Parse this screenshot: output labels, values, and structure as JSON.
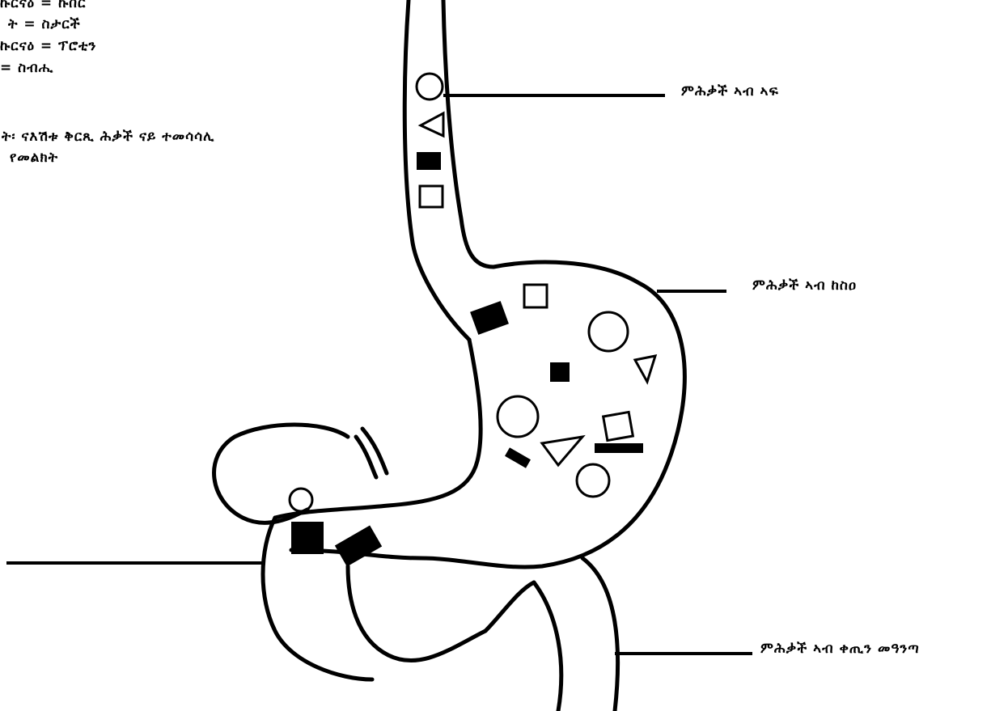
{
  "legend": [
    "ኩርናዕ = ኩበር",
    "ት = ስታርች",
    "ኩርናዕ = ፕሮቲን",
    "= ስብሒ",
    "ት፡ ናእሽቱ ቅርጺ ሕቃች ናይ ተመሳሳሊ",
    "የመልክት"
  ],
  "labels": {
    "esophagus": "ምሕቃች ኣብ ኣፍ",
    "stomach": "ምሕቃች ኣብ ከስዐ",
    "intestine": "ምሕቃች ኣብ ቀጢን መዓንጣ"
  },
  "colors": {
    "ink": "#000000",
    "background": "#ffffff"
  }
}
